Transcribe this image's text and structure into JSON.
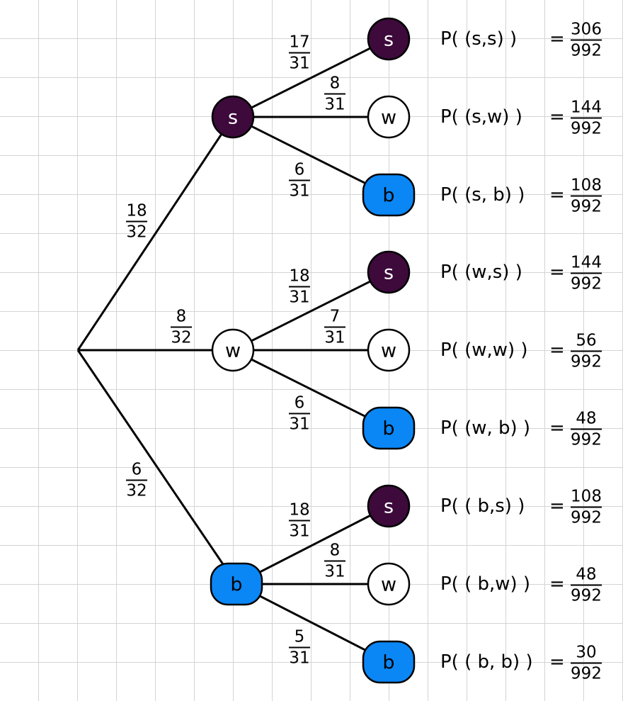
{
  "colors": {
    "s": "#3d0a3b",
    "w": "#ffffff",
    "b": "#0a87f5",
    "text_dark_bg": "#ffffff",
    "text_light_bg": "#000000",
    "grid": "#d4d4d4"
  },
  "first_level": [
    {
      "node": "s",
      "label": "s",
      "prob": {
        "num": "18",
        "den": "32"
      }
    },
    {
      "node": "w",
      "label": "w",
      "prob": {
        "num": "8",
        "den": "32"
      }
    },
    {
      "node": "b",
      "label": "b",
      "prob": {
        "num": "6",
        "den": "32"
      }
    }
  ],
  "second_level": [
    {
      "node": "s",
      "label": "s",
      "prob": {
        "num": "17",
        "den": "31"
      },
      "outcome": "P( (s,s) )",
      "result": {
        "num": "306",
        "den": "992"
      }
    },
    {
      "node": "w",
      "label": "w",
      "prob": {
        "num": "8",
        "den": "31"
      },
      "outcome": "P( (s,w) )",
      "result": {
        "num": "144",
        "den": "992"
      }
    },
    {
      "node": "b",
      "label": "b",
      "prob": {
        "num": "6",
        "den": "31"
      },
      "outcome": "P( (s, b) )",
      "result": {
        "num": "108",
        "den": "992"
      }
    },
    {
      "node": "s",
      "label": "s",
      "prob": {
        "num": "18",
        "den": "31"
      },
      "outcome": "P( (w,s) )",
      "result": {
        "num": "144",
        "den": "992"
      }
    },
    {
      "node": "w",
      "label": "w",
      "prob": {
        "num": "7",
        "den": "31"
      },
      "outcome": "P( (w,w) )",
      "result": {
        "num": "56",
        "den": "992"
      }
    },
    {
      "node": "b",
      "label": "b",
      "prob": {
        "num": "6",
        "den": "31"
      },
      "outcome": "P( (w, b) )",
      "result": {
        "num": "48",
        "den": "992"
      }
    },
    {
      "node": "s",
      "label": "s",
      "prob": {
        "num": "18",
        "den": "31"
      },
      "outcome": "P( ( b,s) )",
      "result": {
        "num": "108",
        "den": "992"
      }
    },
    {
      "node": "w",
      "label": "w",
      "prob": {
        "num": "8",
        "den": "31"
      },
      "outcome": "P( ( b,w) )",
      "result": {
        "num": "48",
        "den": "992"
      }
    },
    {
      "node": "b",
      "label": "b",
      "prob": {
        "num": "5",
        "den": "31"
      },
      "outcome": "P( ( b, b) )",
      "result": {
        "num": "30",
        "den": "992"
      }
    }
  ],
  "equals_sign": "="
}
